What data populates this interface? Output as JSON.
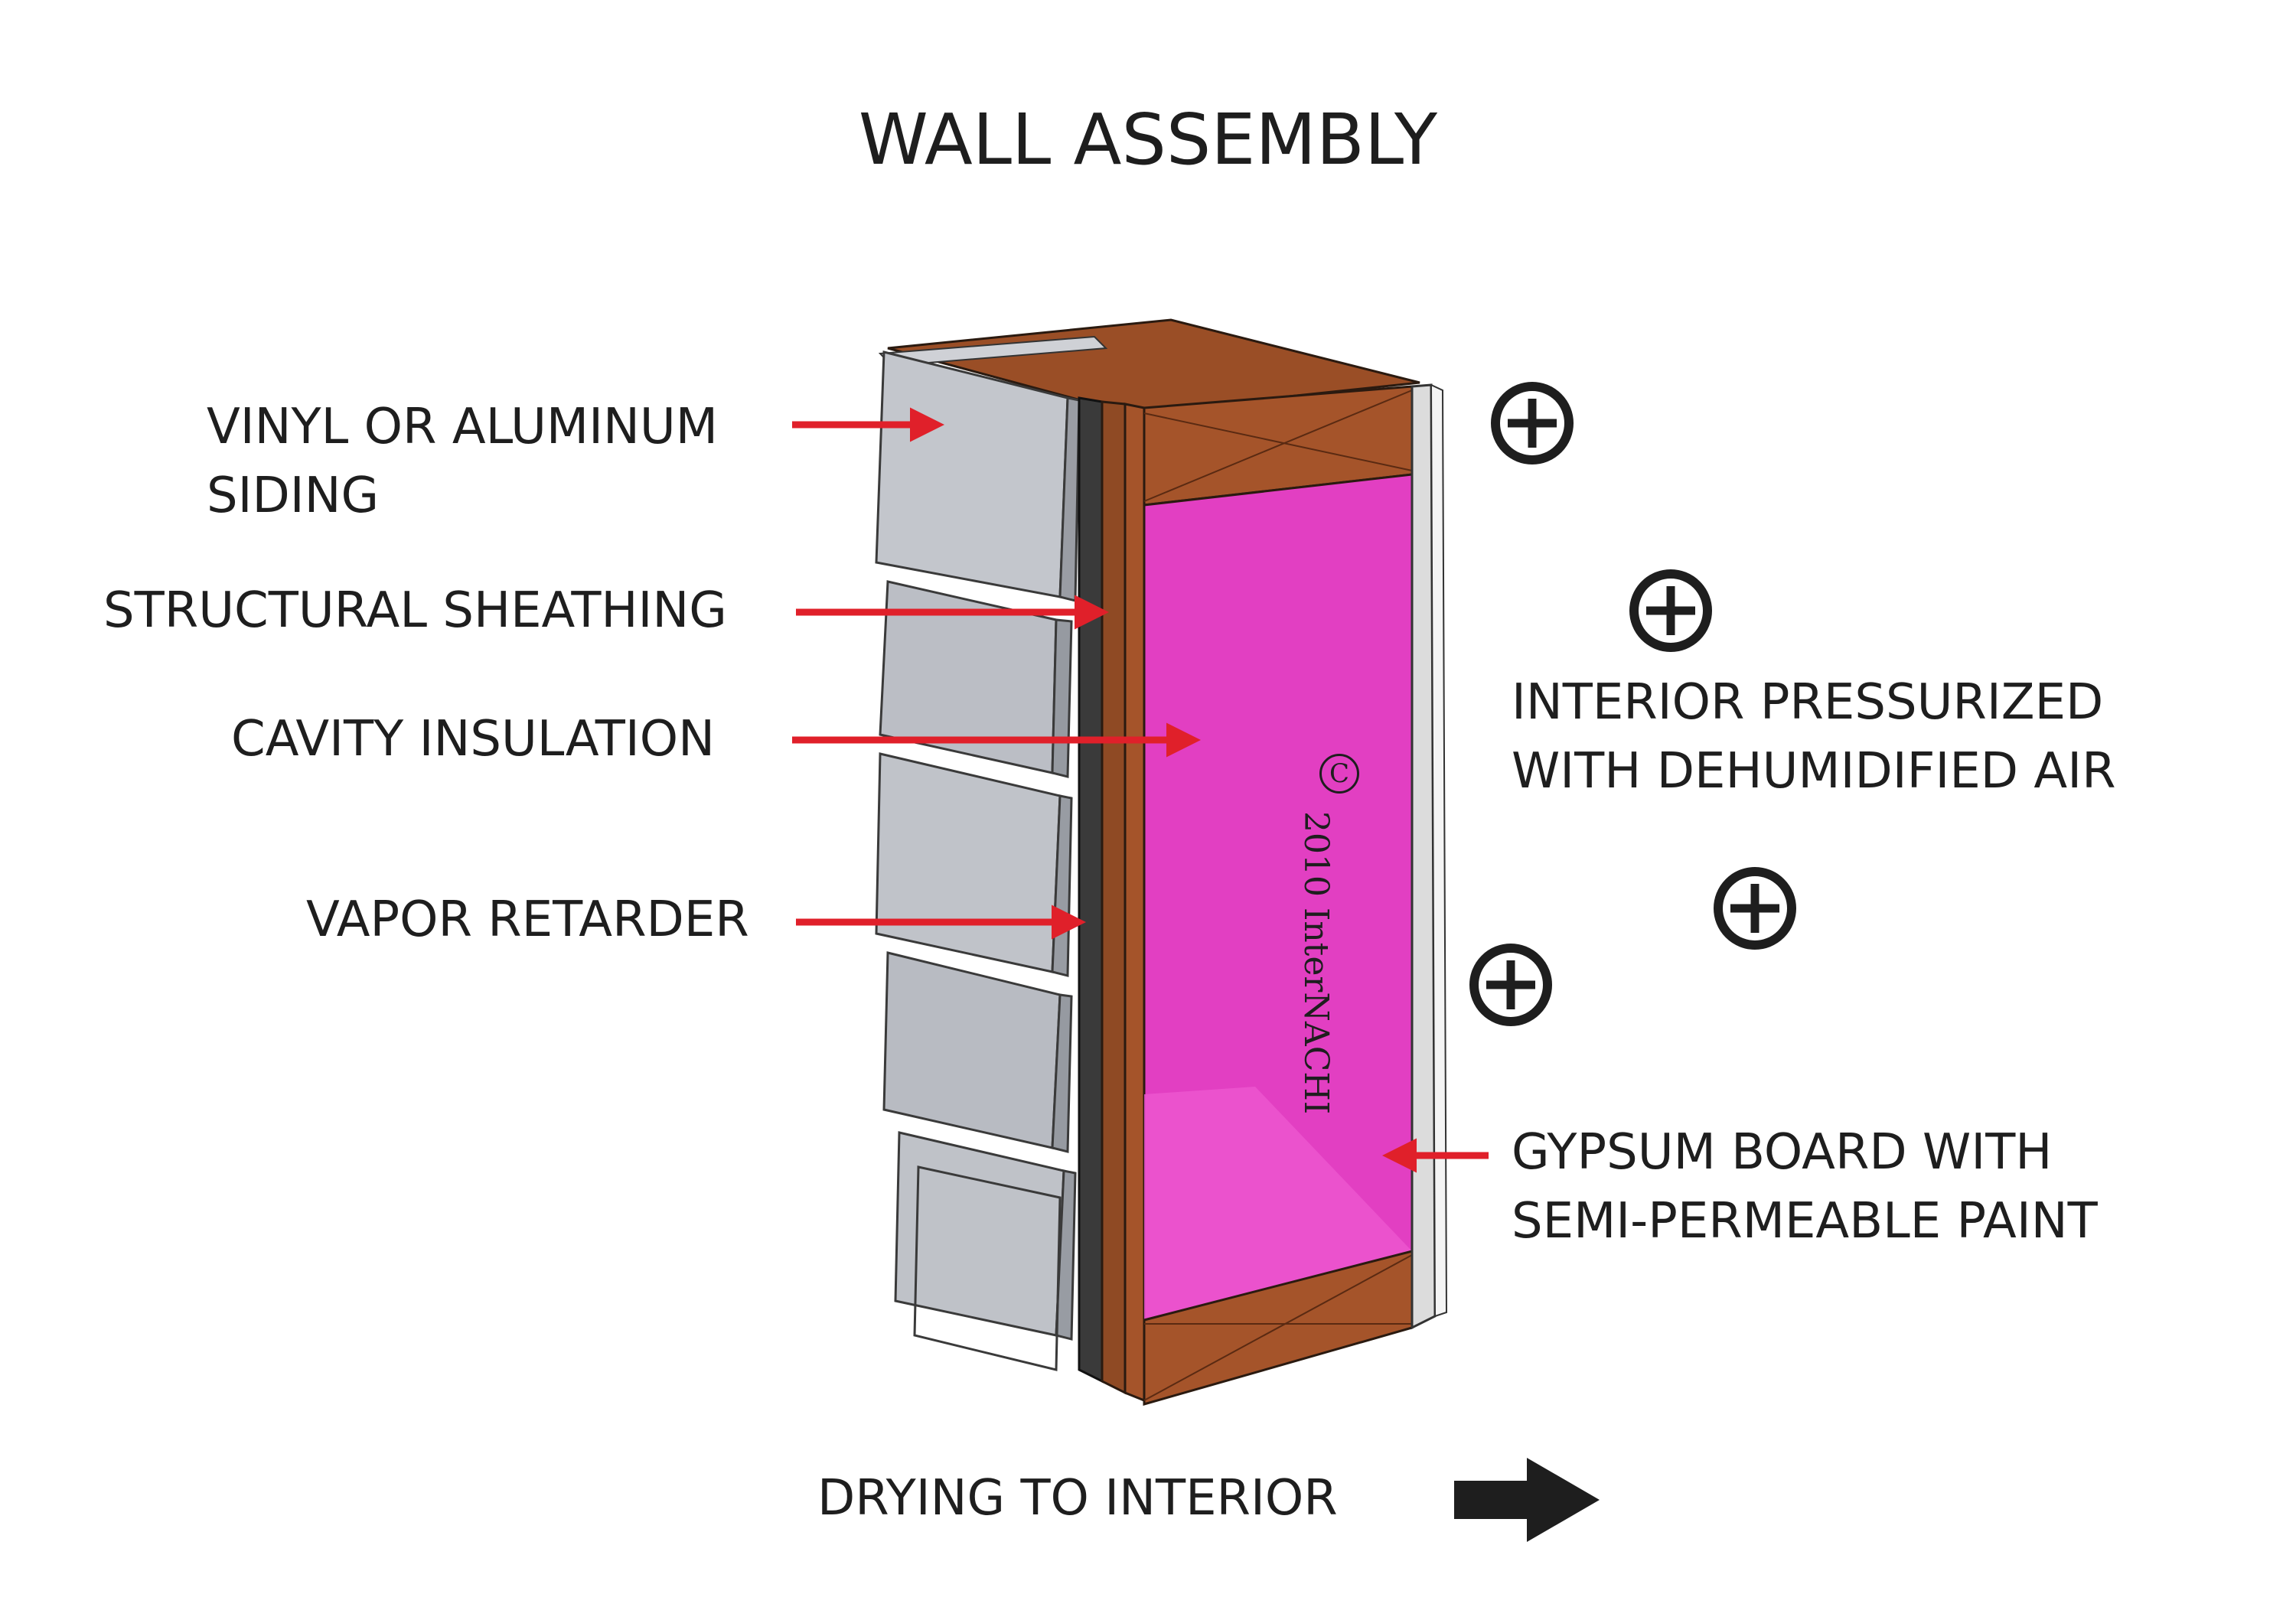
{
  "title": "WALL ASSEMBLY",
  "labels": {
    "siding_line1": "VINYL OR ALUMINUM",
    "siding_line2": "SIDING",
    "sheathing": "STRUCTURAL SHEATHING",
    "insulation": "CAVITY INSULATION",
    "vapor": "VAPOR RETARDER",
    "interior_line1": "INTERIOR PRESSURIZED",
    "interior_line2": "WITH DEHUMIDIFIED AIR",
    "gypsum_line1": "GYPSUM BOARD WITH",
    "gypsum_line2": "SEMI-PERMEABLE PAINT",
    "drying": "DRYING TO INTERIOR"
  },
  "copyright": {
    "symbol": "C",
    "text": "2010  InterNACHI"
  },
  "icons": {
    "pressure": "plus-circle-icon",
    "arrow": "red-arrow-icon",
    "direction": "black-arrow-icon"
  },
  "colors": {
    "arrow_red": "#e0202a",
    "insulation": "#e23fc2",
    "wood": "#a5542a",
    "siding": "#b9bcc4",
    "gypsum": "#ececec",
    "vapor": "#3a3a3a",
    "text": "#1e1e1e"
  }
}
